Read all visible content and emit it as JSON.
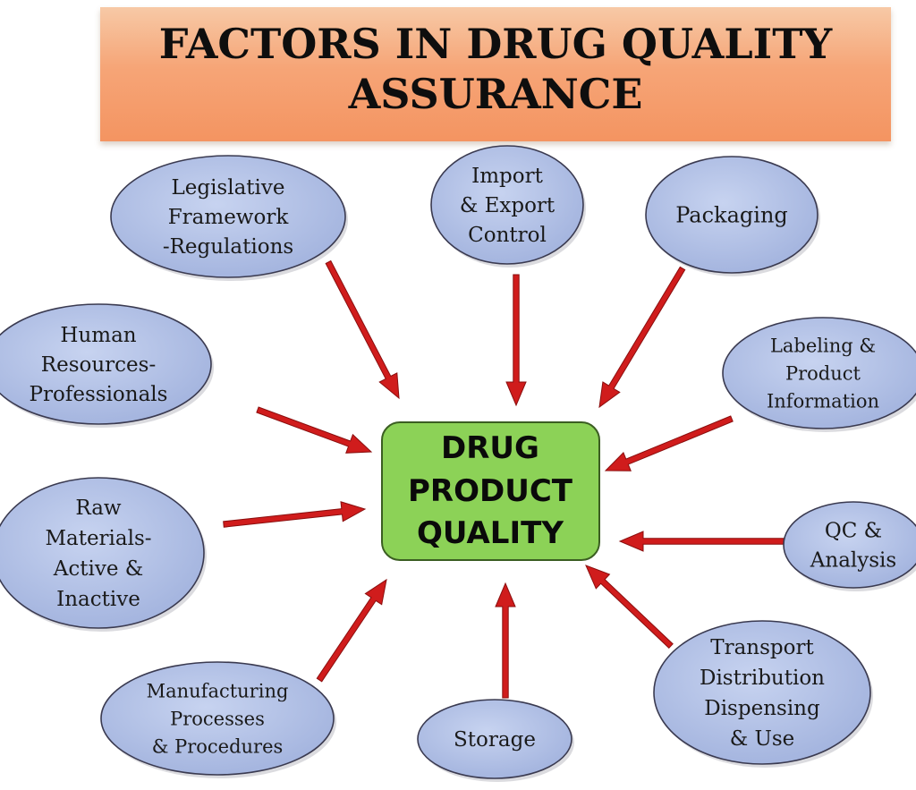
{
  "title": {
    "line1": "FACTORS IN DRUG  QUALITY",
    "line2": "ASSURANCE"
  },
  "center": {
    "lines": [
      "DRUG",
      "PRODUCT",
      "QUALITY"
    ]
  },
  "factors": [
    {
      "id": "legislative",
      "lines": [
        "Legislative",
        "Framework",
        "-Regulations"
      ]
    },
    {
      "id": "import-export",
      "lines": [
        "Import",
        "& Export",
        "Control"
      ]
    },
    {
      "id": "packaging",
      "lines": [
        "Packaging"
      ]
    },
    {
      "id": "human-resources",
      "lines": [
        "Human",
        "Resources-",
        "Professionals"
      ]
    },
    {
      "id": "labeling",
      "lines": [
        "Labeling &",
        "Product",
        "Information"
      ]
    },
    {
      "id": "raw-materials",
      "lines": [
        "Raw",
        "Materials-",
        "Active &",
        "Inactive"
      ]
    },
    {
      "id": "qc-analysis",
      "lines": [
        "QC &",
        "Analysis"
      ]
    },
    {
      "id": "manufacturing",
      "lines": [
        "Manufacturing",
        "Processes",
        "& Procedures"
      ]
    },
    {
      "id": "storage",
      "lines": [
        "Storage"
      ]
    },
    {
      "id": "transport",
      "lines": [
        "Transport",
        "Distribution",
        "Dispensing",
        "& Use"
      ]
    }
  ],
  "colors": {
    "ellipse_fill": "#aebde3",
    "ellipse_border": "#3a3a50",
    "center_fill": "#8cd257",
    "arrow": "#d01c1c"
  }
}
